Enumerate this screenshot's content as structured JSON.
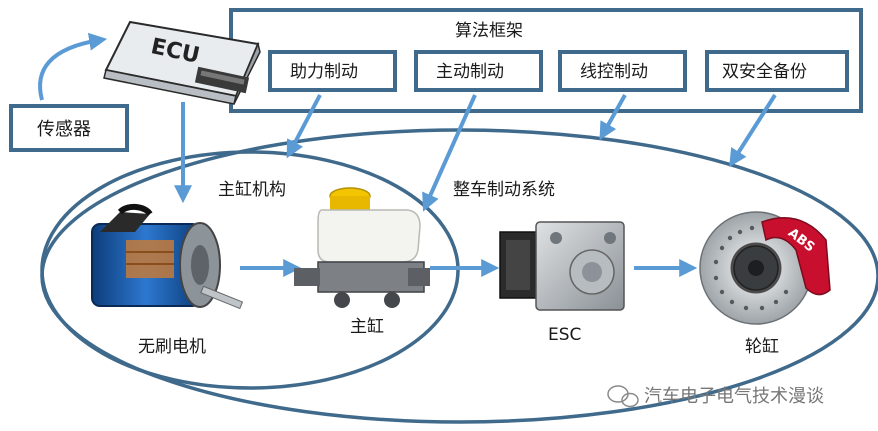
{
  "framework": {
    "title": "算法框架",
    "modules": [
      "助力制动",
      "主动制动",
      "线控制动",
      "双安全备份"
    ]
  },
  "ecu": {
    "label": "ECU"
  },
  "sensor": {
    "label": "传感器"
  },
  "master_cylinder_mechanism": {
    "label": "主缸机构"
  },
  "vehicle_brake_system": {
    "label": "整车制动系统"
  },
  "components": {
    "motor": "无刷电机",
    "master_cylinder": "主缸",
    "esc": "ESC",
    "caliper": "轮缸",
    "caliper_badge": "ABS"
  },
  "watermark": {
    "text": "汽车电子电气技术漫谈"
  },
  "colors": {
    "box_stroke": "#3f6a8c",
    "arrow": "#5b9bd5",
    "caliper_red": "#c8102e",
    "motor_blue": "#1f5fae",
    "reservoir_yellow": "#f2c500"
  }
}
